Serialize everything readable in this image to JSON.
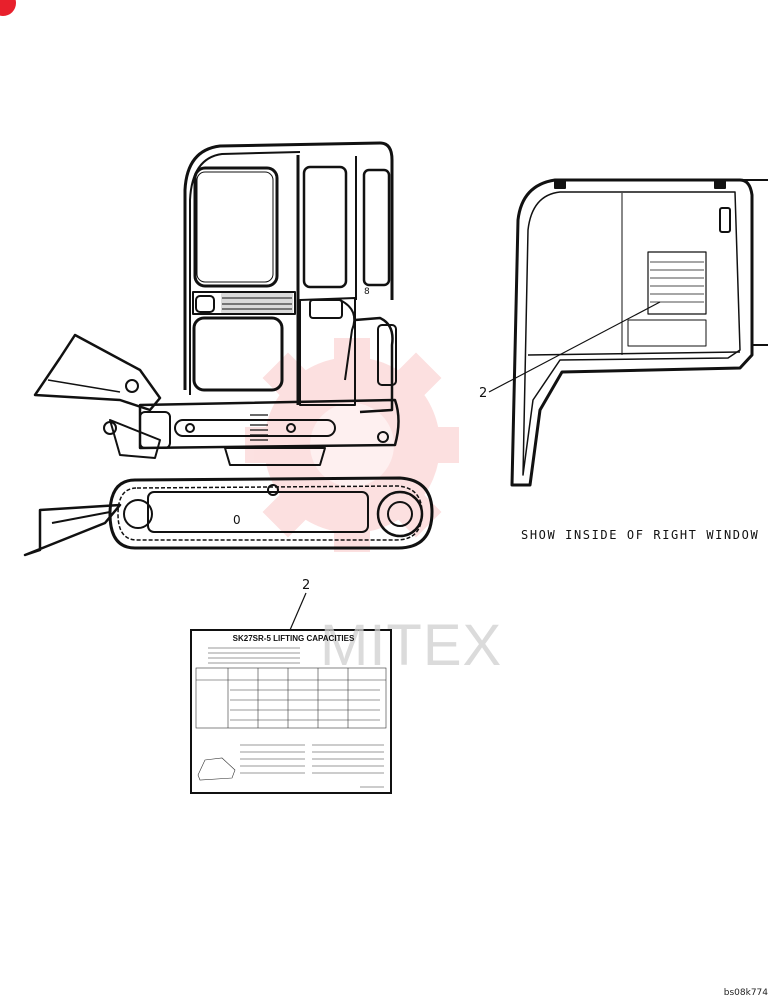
{
  "callouts": {
    "part_2_decal": "2",
    "part_2_window": "2",
    "part_8": "8"
  },
  "caption": "SHOW INSIDE OF RIGHT WINDOW",
  "decal": {
    "title": "SK27SR-5 LIFTING CAPACITIES"
  },
  "drawing_code": "bs08k774",
  "watermark": {
    "text": "MITEX",
    "color": "#f05a5a"
  },
  "colors": {
    "line": "#111111",
    "badge": "#e8202c"
  }
}
